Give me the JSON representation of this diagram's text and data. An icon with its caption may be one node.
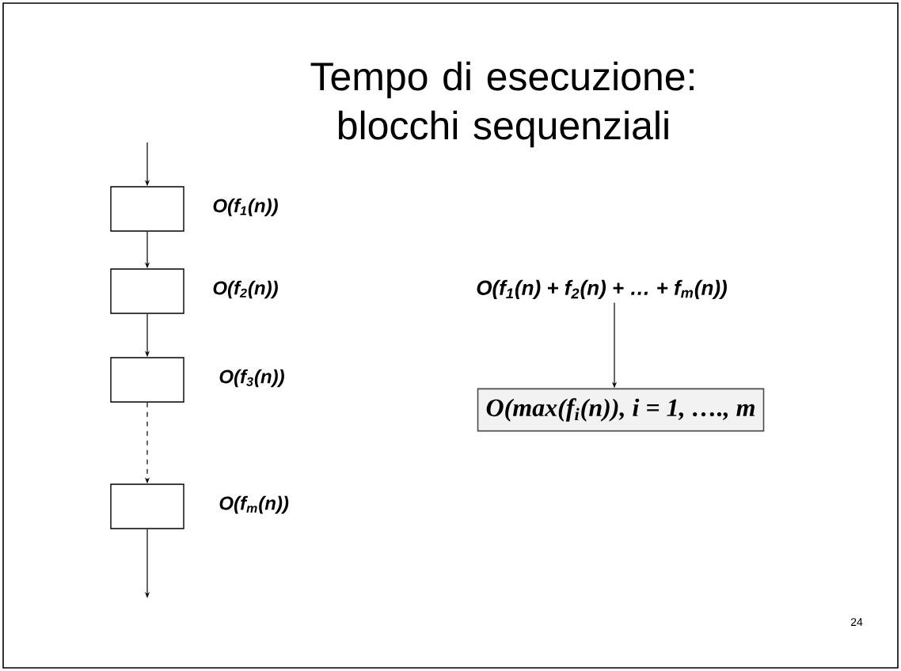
{
  "diagram": {
    "title": "Tempo di esecuzione: blocchi sequenziali",
    "nodes": [
      {
        "text": [],
        "shape": "box",
        "beside": [
          "O(f$_{1}$(n))"
        ]
      },
      {
        "text": [],
        "shape": "box",
        "beside": [
          "O(f$_{2}$(n))"
        ]
      },
      {
        "text": [],
        "shape": "box",
        "beside": [
          "O(f$_{3}$(n))"
        ]
      },
      {
        "text": [],
        "shape": "box",
        "beside": [
          "O(f$_{m}$(n))"
        ]
      },
      {
        "text": [
          "O(f$_{1}$(n) + f$_{2}$(n) + … + f$_{m}$(n))"
        ]
      },
      {
        "text": [
          "O(max(f$_{i}$(n)),   i = 1, …., m"
        ]
      }
    ],
    "edges": [
      {
        "from": null,
        "to": 0,
        "arrow": "to"
      },
      {
        "from": 0,
        "to": 1,
        "arrow": "to"
      },
      {
        "from": 1,
        "to": 2,
        "arrow": "to"
      },
      {
        "from": 2,
        "to": 3,
        "arrow": "to",
        "style": "dashed"
      },
      {
        "from": 3,
        "to": null,
        "arrow": "to"
      },
      {
        "from": 4,
        "to": 5,
        "arrow": "to"
      }
    ],
    "labels": [
      "24"
    ]
  }
}
